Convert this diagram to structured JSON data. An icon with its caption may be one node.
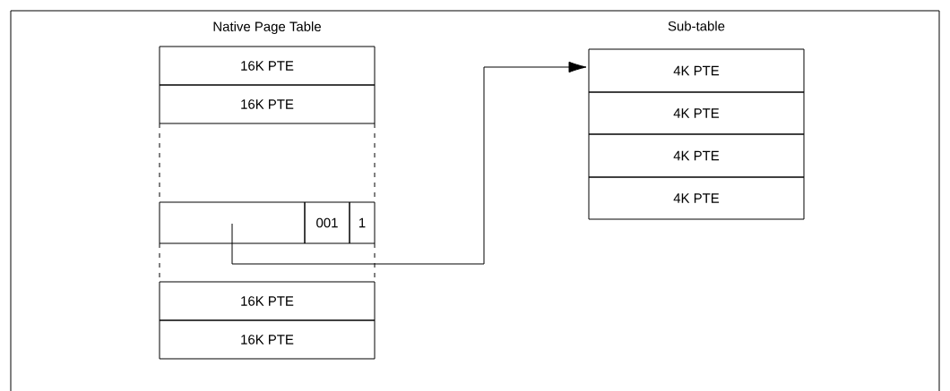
{
  "diagram": {
    "nodes": [
      {
        "text": [
          "16K PTE"
        ]
      },
      {
        "text": [
          "16K PTE"
        ]
      },
      {
        "text": [],
        "shape": "box"
      },
      {
        "text": [
          "001"
        ]
      },
      {
        "text": [
          "1"
        ]
      },
      {
        "text": [
          "16K PTE"
        ]
      },
      {
        "text": [
          "16K PTE"
        ]
      },
      {
        "text": [
          "4K PTE"
        ]
      },
      {
        "text": [
          "4K PTE"
        ]
      },
      {
        "text": [
          "4K PTE"
        ]
      },
      {
        "text": [
          "4K PTE"
        ]
      }
    ],
    "edges": [
      {
        "from": 2,
        "to": 7,
        "arrow": "to"
      }
    ],
    "labels": [
      "Native Page Table",
      "Sub-table"
    ]
  }
}
